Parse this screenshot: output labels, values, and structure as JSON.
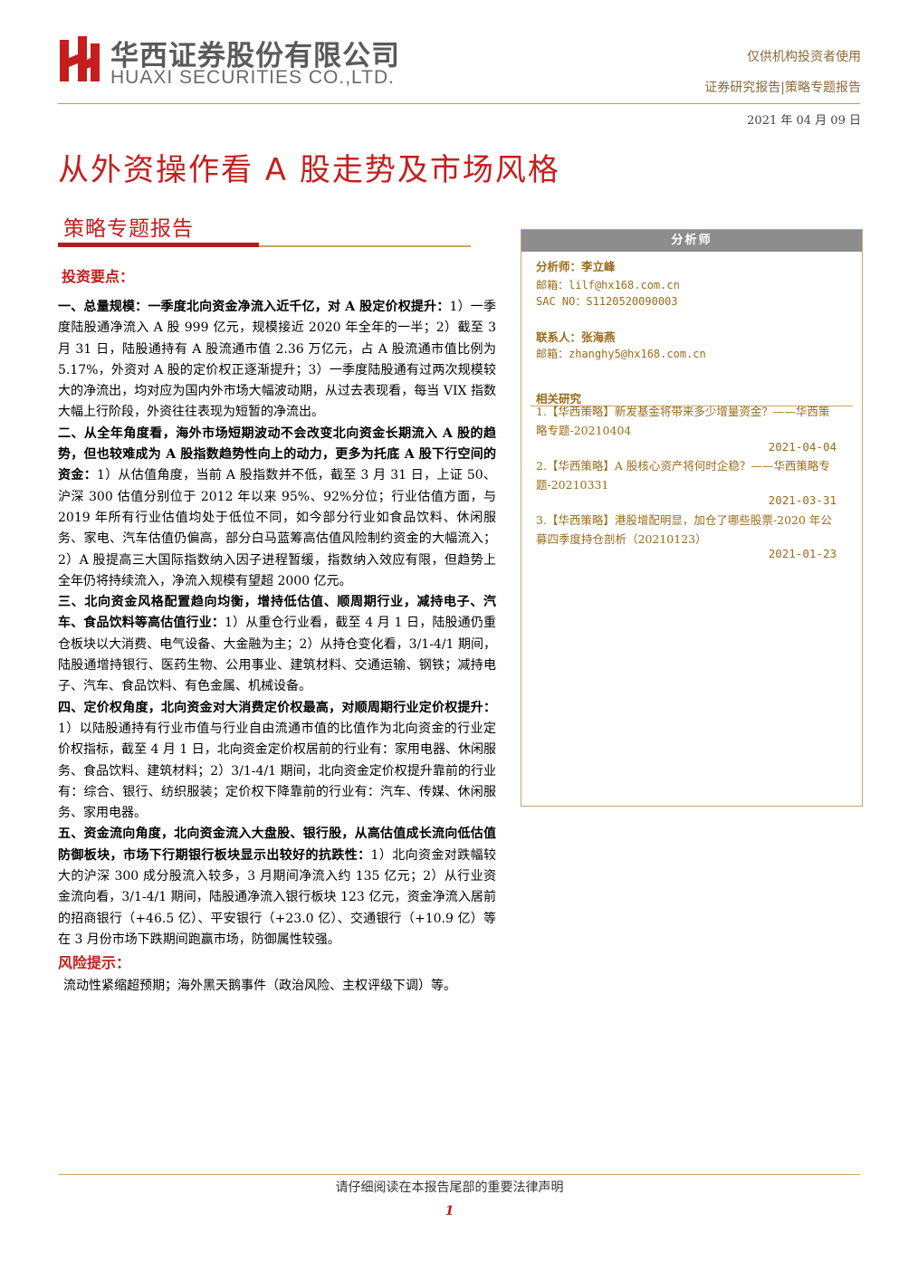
{
  "header": {
    "company_cn": "华西证券股份有限公司",
    "company_en": "HUAXI SECURITIES CO.,LTD.",
    "audience": "仅供机构投资者使用",
    "report_category": "证券研究报告|策略专题报告",
    "date": "2021 年 04 月 09 日",
    "brand_color": "#c41e1e"
  },
  "title": "从外资操作看 A 股走势及市场风格",
  "report_type": "策略专题报告",
  "key_points": {
    "heading": "投资要点：",
    "paragraphs": [
      {
        "lead": "一、总量规模：一季度北向资金净流入近千亿，对 A 股定价权提升：",
        "body": "1）一季度陆股通净流入 A 股 999 亿元，规模接近 2020 年全年的一半；2）截至 3 月 31 日，陆股通持有 A 股流通市值 2.36 万亿元，占 A 股流通市值比例为 5.17%，外资对 A 股的定价权正逐渐提升；3）一季度陆股通有过两次规模较大的净流出，均对应为国内外市场大幅波动期，从过去表现看，每当 VIX 指数大幅上行阶段，外资往往表现为短暂的净流出。"
      },
      {
        "lead": "二、从全年角度看，海外市场短期波动不会改变北向资金长期流入 A 股的趋势，但也较难成为 A 股指数趋势性向上的动力，更多为托底 A 股下行空间的资金：",
        "body": "1）从估值角度，当前 A 股指数并不低，截至 3 月 31 日，上证 50、沪深 300 估值分别位于 2012 年以来 95%、92%分位；行业估值方面，与 2019 年所有行业估值均处于低位不同，如今部分行业如食品饮料、休闲服务、家电、汽车估值仍偏高，部分白马蓝筹高估值风险制约资金的大幅流入；2）A 股提高三大国际指数纳入因子进程暂缓，指数纳入效应有限，但趋势上全年仍将持续流入，净流入规模有望超 2000 亿元。"
      },
      {
        "lead": "三、北向资金风格配置趋向均衡，增持低估值、顺周期行业，减持电子、汽车、食品饮料等高估值行业：",
        "body": "1）从重仓行业看，截至 4 月 1 日，陆股通仍重仓板块以大消费、电气设备、大金融为主；2）从持仓变化看，3/1-4/1 期间，陆股通增持银行、医药生物、公用事业、建筑材料、交通运输、钢铁；减持电子、汽车、食品饮料、有色金属、机械设备。"
      },
      {
        "lead": "四、定价权角度，北向资金对大消费定价权最高，对顺周期行业定价权提升：",
        "body": "1）以陆股通持有行业市值与行业自由流通市值的比值作为北向资金的行业定价权指标，截至 4 月 1 日，北向资金定价权居前的行业有：家用电器、休闲服务、食品饮料、建筑材料；2）3/1-4/1 期间，北向资金定价权提升靠前的行业有：综合、银行、纺织服装；定价权下降靠前的行业有：汽车、传媒、休闲服务、家用电器。"
      },
      {
        "lead": "五、资金流向角度，北向资金流入大盘股、银行股，从高估值成长流向低估值防御板块，市场下行期银行板块显示出较好的抗跌性：",
        "body": "1）北向资金对跌幅较大的沪深 300 成分股流入较多，3 月期间净流入约 135 亿元；2）从行业资金流向看，3/1-4/1 期间，陆股通净流入银行板块 123 亿元，资金净流入居前的招商银行（+46.5 亿）、平安银行（+23.0 亿）、交通银行（+10.9 亿）等在 3 月份市场下跌期间跑赢市场，防御属性较强。"
      }
    ]
  },
  "risk": {
    "heading": "风险提示：",
    "body": "流动性紧缩超预期；海外黑天鹅事件（政治风险、主权评级下调）等。"
  },
  "sidebar": {
    "header": "分析师",
    "analyst_label": "分析师：李立峰",
    "analyst_email": "邮箱：lilf@hx168.com.cn",
    "analyst_sac": "SAC NO：S1120520090003",
    "contact_label": "联系人：张海燕",
    "contact_email": "邮箱：zhanghy5@hx168.com.cn",
    "research_heading": "相关研究",
    "research": [
      {
        "title": "1.【华西策略】新发基金将带来多少增量资金？——华西策略专题-20210404",
        "date": "2021-04-04"
      },
      {
        "title": "2.【华西策略】A 股核心资产将何时企稳？——华西策略专题-20210331",
        "date": "2021-03-31"
      },
      {
        "title": "3.【华西策略】港股增配明显，加仓了哪些股票-2020 年公募四季度持仓剖析（20210123）",
        "date": "2021-01-23"
      }
    ]
  },
  "footer": {
    "notice": "请仔细阅读在本报告尾部的重要法律声明",
    "page": "1"
  }
}
